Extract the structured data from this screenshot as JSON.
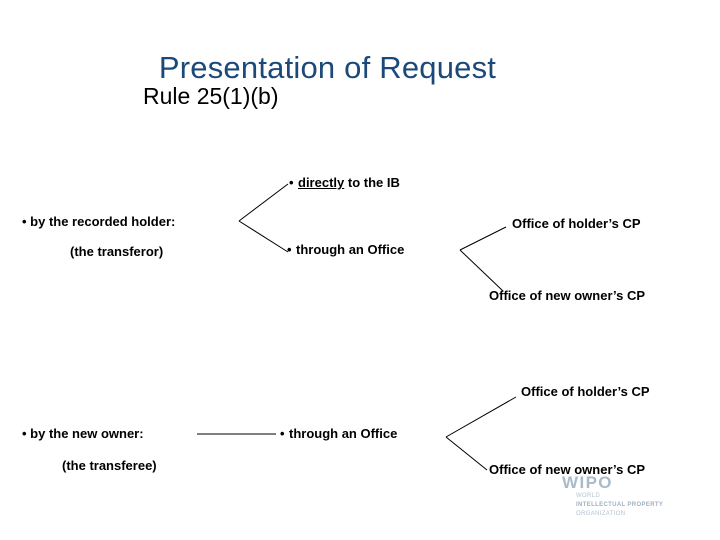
{
  "slide": {
    "title": "Presentation of Request",
    "subtitle": "Rule 25(1)(b)",
    "title_color": "#1b4a7a",
    "text_color": "#000000",
    "background_color": "#ffffff"
  },
  "groups": [
    {
      "id": "recorded-holder",
      "actor_label": "• by the recorded holder:",
      "actor_note": "(the transferor)",
      "channels": [
        {
          "id": "directly",
          "bullet": "•",
          "emphasis_text": "directly",
          "rest_text": " to the IB",
          "offices": []
        },
        {
          "id": "through-an-office",
          "bullet": "•",
          "emphasis_text": "",
          "rest_text": "through an Office",
          "offices": [
            "Office of holder’s CP",
            "Office of new owner’s CP"
          ]
        }
      ]
    },
    {
      "id": "new-owner",
      "actor_label": "• by the new owner:",
      "actor_note": "(the transferee)",
      "channels": [
        {
          "id": "through-an-office-2",
          "bullet": "•",
          "emphasis_text": "",
          "rest_text": "through an Office",
          "offices": [
            "Office of holder’s CP",
            "Office of new owner’s CP"
          ]
        }
      ]
    }
  ],
  "watermark": {
    "wordmark": "WIPO",
    "line1": "WORLD",
    "line2": "INTELLECTUAL PROPERTY",
    "line3": "ORGANIZATION",
    "color": "#a9bac9"
  }
}
